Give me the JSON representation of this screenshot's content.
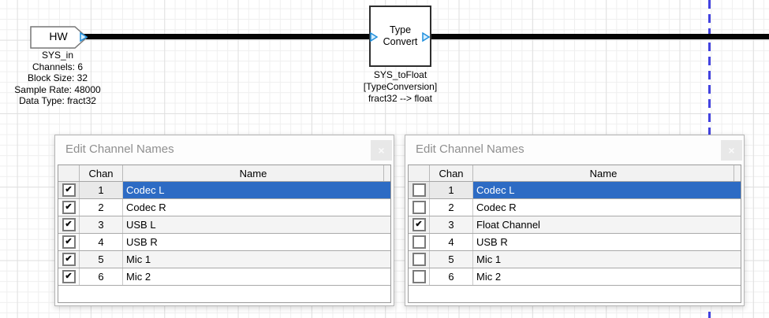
{
  "canvas": {
    "hw_block": {
      "label": "HW",
      "caption_lines": [
        "SYS_in",
        "Channels: 6",
        "Block Size: 32",
        "Sample Rate: 48000",
        "Data Type: fract32"
      ]
    },
    "convert_block": {
      "label_line1": "Type",
      "label_line2": "Convert",
      "caption_lines": [
        "SYS_toFloat",
        "[TypeConversion]",
        "fract32 --> float"
      ]
    },
    "colors": {
      "wire": "#050505",
      "guide_line": "#4343e0",
      "pin_stroke": "#1f8fdd",
      "pin_fill": "#d6edfc",
      "selection_blue": "#2d6bc4",
      "alt_row": "#f4f4f4"
    }
  },
  "dialogs": [
    {
      "title": "Edit Channel Names",
      "close_label": "×",
      "columns": {
        "chan": "Chan",
        "name": "Name"
      },
      "rows": [
        {
          "check": "✔",
          "chan": "1",
          "name": "Codec L",
          "selected": true
        },
        {
          "check": "✔",
          "chan": "2",
          "name": "Codec R",
          "selected": false
        },
        {
          "check": "✔",
          "chan": "3",
          "name": "USB L",
          "selected": false
        },
        {
          "check": "✔",
          "chan": "4",
          "name": "USB R",
          "selected": false
        },
        {
          "check": "✔",
          "chan": "5",
          "name": "Mic 1",
          "selected": false
        },
        {
          "check": "✔",
          "chan": "6",
          "name": "Mic 2",
          "selected": false
        }
      ]
    },
    {
      "title": "Edit Channel Names",
      "close_label": "×",
      "columns": {
        "chan": "Chan",
        "name": "Name"
      },
      "rows": [
        {
          "check": "",
          "chan": "1",
          "name": "Codec L",
          "selected": true
        },
        {
          "check": "",
          "chan": "2",
          "name": "Codec R",
          "selected": false
        },
        {
          "check": "✔",
          "chan": "3",
          "name": "Float Channel",
          "selected": false
        },
        {
          "check": "",
          "chan": "4",
          "name": "USB R",
          "selected": false
        },
        {
          "check": "",
          "chan": "5",
          "name": "Mic 1",
          "selected": false
        },
        {
          "check": "",
          "chan": "6",
          "name": "Mic 2",
          "selected": false
        }
      ]
    }
  ]
}
